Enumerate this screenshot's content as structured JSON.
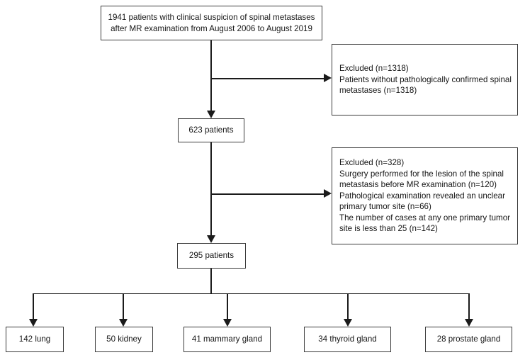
{
  "chart_data": {
    "type": "diagram",
    "title": "Patient selection flow diagram",
    "nodes": [
      {
        "id": "n0",
        "label": "1941 patients with clinical suspicion of spinal metastases\nafter MR examination from August 2006 to August 2019",
        "count": 1941
      },
      {
        "id": "n1",
        "label": "623 patients",
        "count": 623
      },
      {
        "id": "n2",
        "label": "295 patients",
        "count": 295
      },
      {
        "id": "ex1",
        "label": "Excluded (n=1318)\nPatients without pathologically confirmed  spinal\nmetastases (n=1318)",
        "count": 1318
      },
      {
        "id": "ex2",
        "label": "Excluded (n=328)\nSurgery performed for the lesion of the spinal\nmetastasis before MR examination (n=120)\nPathological examination revealed an unclear\nprimary tumor site (n=66)\nThe number of cases at any one primary tumor\nsite is less than 25 (n=142)",
        "count": 328
      },
      {
        "id": "g1",
        "label": "142 lung",
        "count": 142
      },
      {
        "id": "g2",
        "label": "50  kidney",
        "count": 50
      },
      {
        "id": "g3",
        "label": "41 mammary gland",
        "count": 41
      },
      {
        "id": "g4",
        "label": "34  thyroid gland",
        "count": 34
      },
      {
        "id": "g5",
        "label": "28 prostate gland",
        "count": 28
      }
    ],
    "edges": [
      {
        "from": "n0",
        "to": "ex1"
      },
      {
        "from": "n0",
        "to": "n1"
      },
      {
        "from": "n1",
        "to": "ex2"
      },
      {
        "from": "n1",
        "to": "n2"
      },
      {
        "from": "n2",
        "to": "g1"
      },
      {
        "from": "n2",
        "to": "g2"
      },
      {
        "from": "n2",
        "to": "g3"
      },
      {
        "from": "n2",
        "to": "g4"
      },
      {
        "from": "n2",
        "to": "g5"
      }
    ]
  },
  "flow": {
    "top_box": {
      "text": "1941 patients with clinical suspicion of spinal metastases\nafter MR examination from August 2006 to August 2019"
    },
    "mid_box_1": {
      "text": "623 patients"
    },
    "mid_box_2": {
      "text": "295 patients"
    },
    "excluded_1": {
      "text": "Excluded (n=1318)\nPatients without pathologically confirmed  spinal\nmetastases (n=1318)"
    },
    "excluded_2": {
      "text": "Excluded (n=328)\nSurgery performed for the lesion of the spinal\nmetastasis before MR examination (n=120)\nPathological examination revealed an unclear\nprimary tumor site (n=66)\nThe number of cases at any one primary tumor\nsite is less than 25 (n=142)"
    },
    "groups": [
      {
        "text": "142 lung"
      },
      {
        "text": "50  kidney"
      },
      {
        "text": "41 mammary gland"
      },
      {
        "text": "34  thyroid gland"
      },
      {
        "text": "28 prostate gland"
      }
    ]
  },
  "colors": {
    "box_border": "#3b3b3b",
    "connector": "#1b1b1b",
    "text": "#161616",
    "background": "#ffffff"
  }
}
